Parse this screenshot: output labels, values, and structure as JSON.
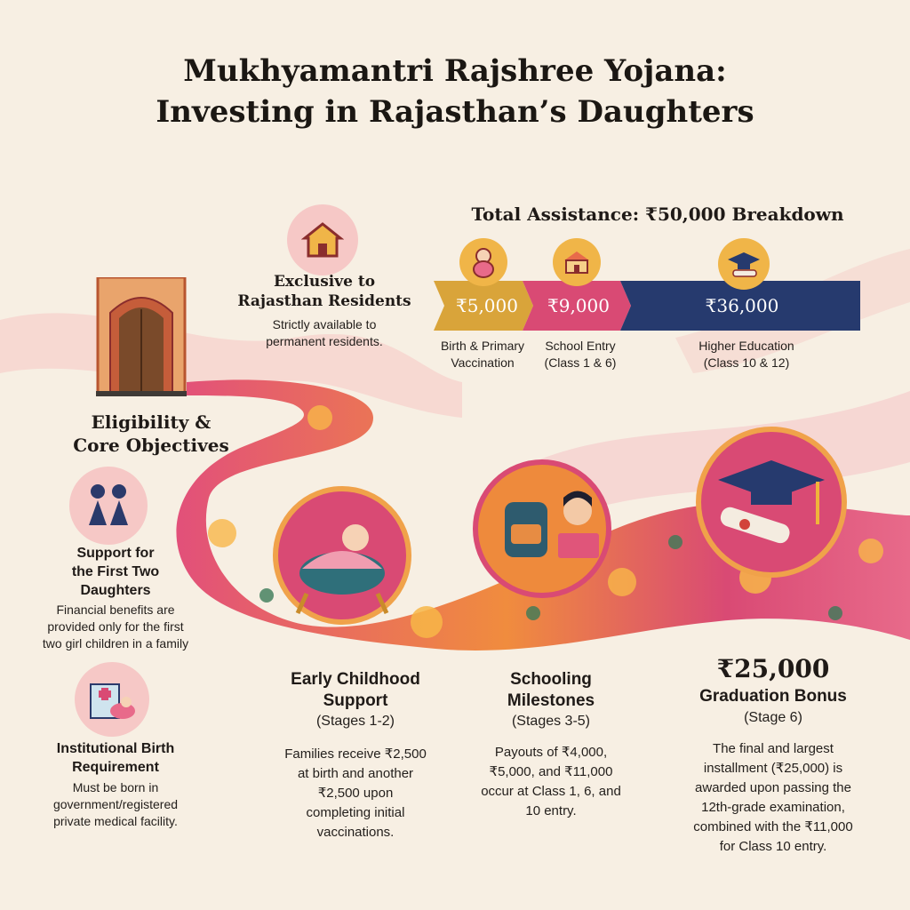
{
  "title": {
    "line1": "Mukhyamantri Rajshree Yojana:",
    "line2": "Investing in Rajasthan’s Daughters"
  },
  "breakdown": {
    "heading": "Total Assistance: ₹50,000 Breakdown",
    "segments": [
      {
        "amount": "₹5,000",
        "caption1": "Birth & Primary",
        "caption2": "Vaccination",
        "color": "#d9a43a",
        "icon": "swaddled-baby-icon"
      },
      {
        "amount": "₹9,000",
        "caption1": "School Entry",
        "caption2": "(Class 1 & 6)",
        "color": "#d94a74",
        "icon": "school-building-icon"
      },
      {
        "amount": "₹36,000",
        "caption1": "Higher Education",
        "caption2": "(Class 10 & 12)",
        "color": "#263a6e",
        "icon": "graduation-cap-icon"
      }
    ]
  },
  "residents": {
    "heading1": "Exclusive to",
    "heading2": "Rajasthan Residents",
    "text1": "Strictly available to",
    "text2": "permanent residents.",
    "icon": "house-icon"
  },
  "eligibility": {
    "heading1": "Eligibility &",
    "heading2": "Core Objectives",
    "icon": "palace-door-icon"
  },
  "daughters": {
    "heading1": "Support for",
    "heading2": "the First Two",
    "heading3": "Daughters",
    "text1": "Financial benefits are",
    "text2": "provided only for the first",
    "text3": "two girl children in a family",
    "icon": "two-girls-icon"
  },
  "birth": {
    "heading1": "Institutional Birth",
    "heading2": "Requirement",
    "text1": "Must be born in",
    "text2": "government/registered",
    "text3": "private medical facility.",
    "icon": "hospital-baby-icon"
  },
  "stages": {
    "early": {
      "heading1": "Early Childhood",
      "heading2": "Support",
      "sub": "(Stages 1-2)",
      "text1": "Families receive ₹2,500",
      "text2": "at birth and another",
      "text3": "₹2,500 upon",
      "text4": "completing initial",
      "text5": "vaccinations.",
      "icon": "baby-cradle-icon"
    },
    "schooling": {
      "heading1": "Schooling",
      "heading2": "Milestones",
      "sub": "(Stages 3-5)",
      "text1": "Payouts of ₹4,000,",
      "text2": "₹5,000, and ₹11,000",
      "text3": "occur at Class 1, 6, and",
      "text4": "10 entry.",
      "icon": "schoolbag-girl-icon"
    },
    "graduation": {
      "amount": "₹25,000",
      "heading": "Graduation Bonus",
      "sub": "(Stage 6)",
      "text1": "The final and largest",
      "text2": "installment (₹25,000) is",
      "text3": "awarded upon passing the",
      "text4": "12th-grade examination,",
      "text5": "combined with the ₹11,000",
      "text6": "for Class 10 entry.",
      "icon": "cap-diploma-icon"
    }
  },
  "colors": {
    "background": "#f7efe3",
    "pink": "#d94a74",
    "gold": "#d9a43a",
    "navy": "#263a6e",
    "orange": "#ee8a3c"
  }
}
